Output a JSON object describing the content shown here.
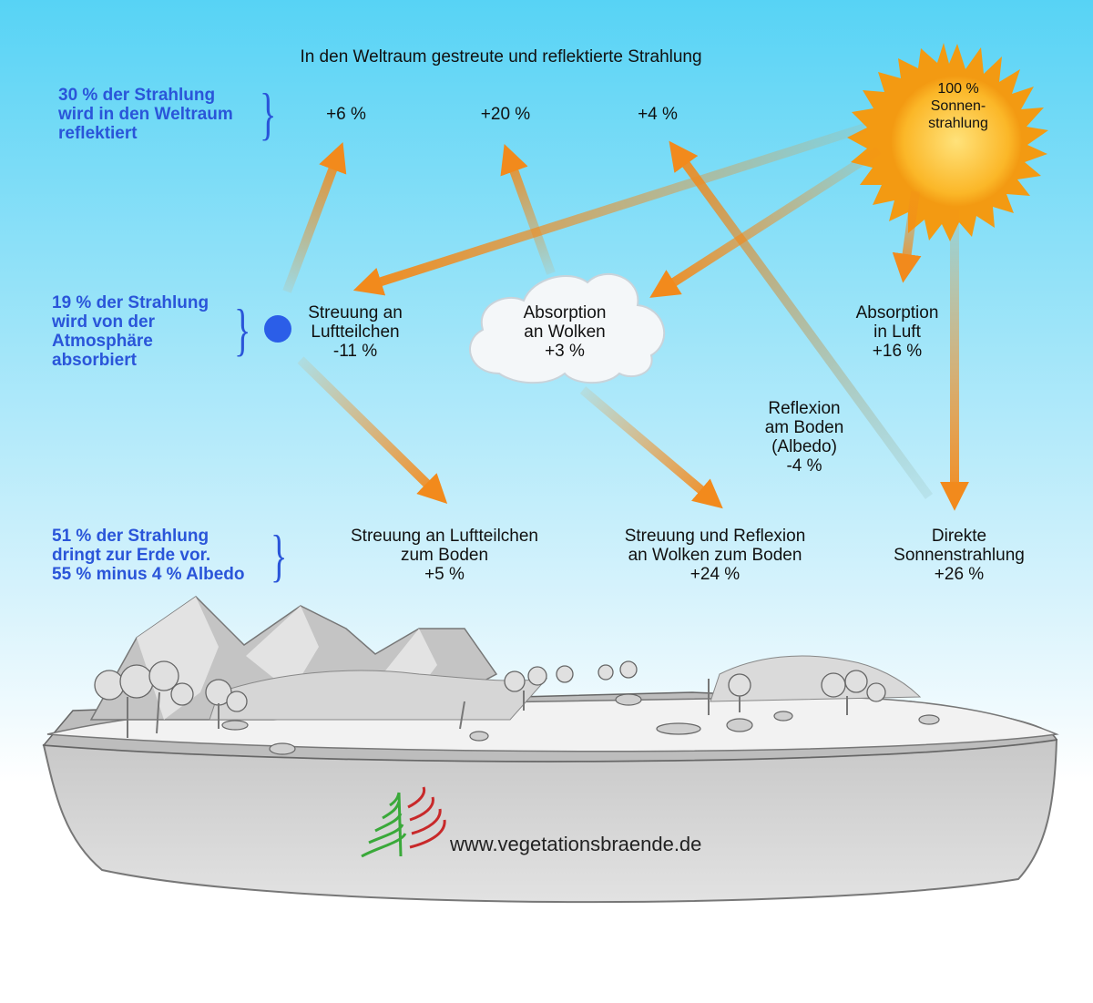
{
  "header": {
    "title": "In den Weltraum gestreute und reflektierte Strahlung"
  },
  "summary": [
    {
      "lines": [
        "30 % der Strahlung",
        "wird in den Weltraum",
        "reflektiert"
      ]
    },
    {
      "lines": [
        "19 % der Strahlung",
        "wird von der",
        "Atmosphäre",
        "absorbiert"
      ]
    },
    {
      "lines": [
        "51 % der Strahlung",
        "dringt zur Erde vor.",
        "55 % minus 4 % Albedo"
      ]
    }
  ],
  "space_values": [
    "+6 %",
    "+20 %",
    "+4 %"
  ],
  "sun": {
    "lines": [
      "100 %",
      "Sonnen-",
      "strahlung"
    ]
  },
  "nodes": {
    "air_scatter": [
      "Streuung an",
      "Luftteilchen",
      "-11 %"
    ],
    "cloud_absorption": [
      "Absorption",
      "an Wolken",
      "+3 %"
    ],
    "air_absorption": [
      "Absorption",
      "in Luft",
      "+16 %"
    ],
    "albedo": [
      "Reflexion",
      "am Boden",
      "(Albedo)",
      "-4 %"
    ]
  },
  "ground": {
    "scatter_ground": [
      "Streuung an Luftteilchen",
      "zum Boden",
      "+5 %"
    ],
    "cloud_ground": [
      "Streuung und Reflexion",
      "an Wolken zum Boden",
      "+24 %"
    ],
    "direct": [
      "Direkte",
      "Sonnenstrahlung",
      "+26 %"
    ]
  },
  "footer": {
    "url": "www.vegetationsbraende.de"
  },
  "colors": {
    "summary_text": "#2a55d9",
    "arrow": "#f28a1c",
    "sun": "#f7a81b",
    "sky_top": "#57d3f5",
    "particle": "#2b5ee8"
  }
}
